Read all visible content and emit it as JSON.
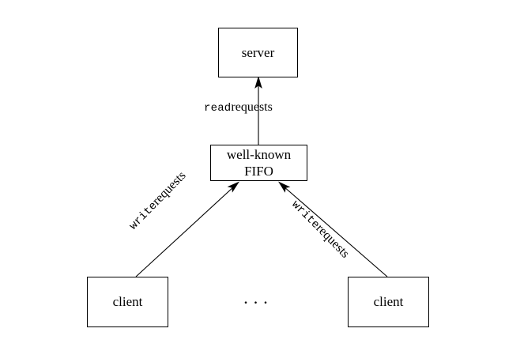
{
  "diagram": {
    "title": "client-server FIFO communication diagram",
    "background_color": "#ffffff",
    "stroke_color": "#000000",
    "nodes": [
      {
        "id": "server",
        "label": "server"
      },
      {
        "id": "fifo",
        "label_line1": "well-known",
        "label_line2": "FIFO"
      },
      {
        "id": "client_left",
        "label": "client"
      },
      {
        "id": "client_right",
        "label": "client"
      }
    ],
    "ellipsis": "...",
    "edges": [
      {
        "id": "fifo-to-server",
        "from": "fifo",
        "to": "server",
        "label_mono": "read",
        "label_serif": "requests",
        "direction": "up"
      },
      {
        "id": "client-left-to-fifo",
        "from": "client_left",
        "to": "fifo",
        "label_mono": "write",
        "label_serif": "requests",
        "direction": "up-right"
      },
      {
        "id": "client-right-to-fifo",
        "from": "client_right",
        "to": "fifo",
        "label_mono": "write",
        "label_serif": "requests",
        "direction": "up-left"
      }
    ]
  }
}
